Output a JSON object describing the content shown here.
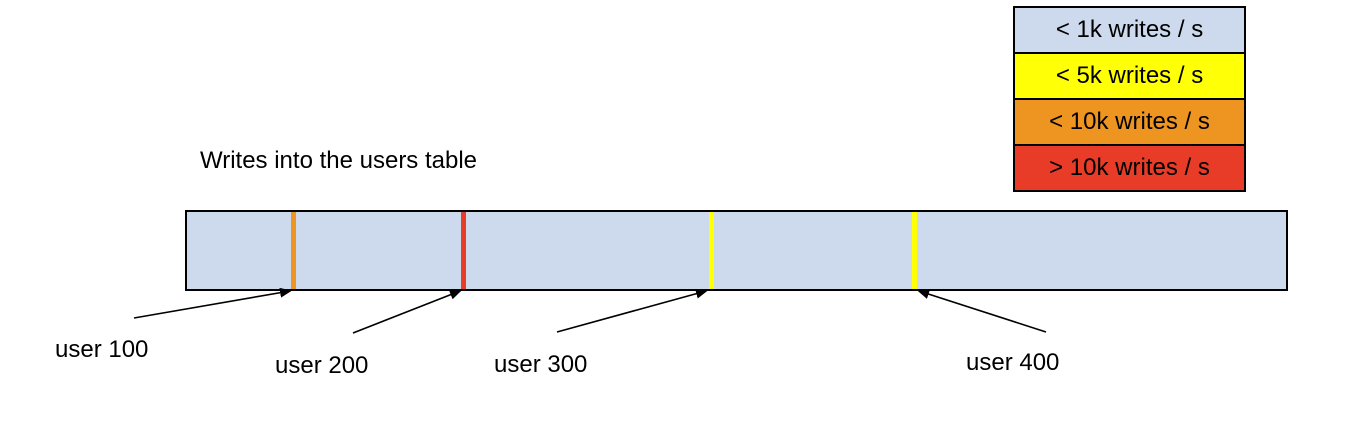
{
  "title": "Writes into the users table",
  "legend": {
    "items": [
      {
        "label": "< 1k writes / s",
        "color": "#cdd9ec"
      },
      {
        "label": "< 5k writes / s",
        "color": "#ffff05"
      },
      {
        "label": "< 10k writes / s",
        "color": "#ee9420"
      },
      {
        "label": "> 10k writes / s",
        "color": "#e83b28"
      }
    ]
  },
  "bar": {
    "fill": "#cdd9ec",
    "border": "#000000",
    "markers": [
      {
        "user": "user 100",
        "rate": "< 10k writes / s",
        "color": "#ee9420"
      },
      {
        "user": "user 200",
        "rate": "> 10k writes / s",
        "color": "#e83b28"
      },
      {
        "user": "user 300",
        "rate": "< 5k writes / s",
        "color": "#ffff05"
      },
      {
        "user": "user 400",
        "rate": "< 5k writes / s",
        "color": "#ffff05"
      }
    ]
  },
  "callouts": [
    {
      "label": "user 100"
    },
    {
      "label": "user 200"
    },
    {
      "label": "user 300"
    },
    {
      "label": "user 400"
    }
  ]
}
